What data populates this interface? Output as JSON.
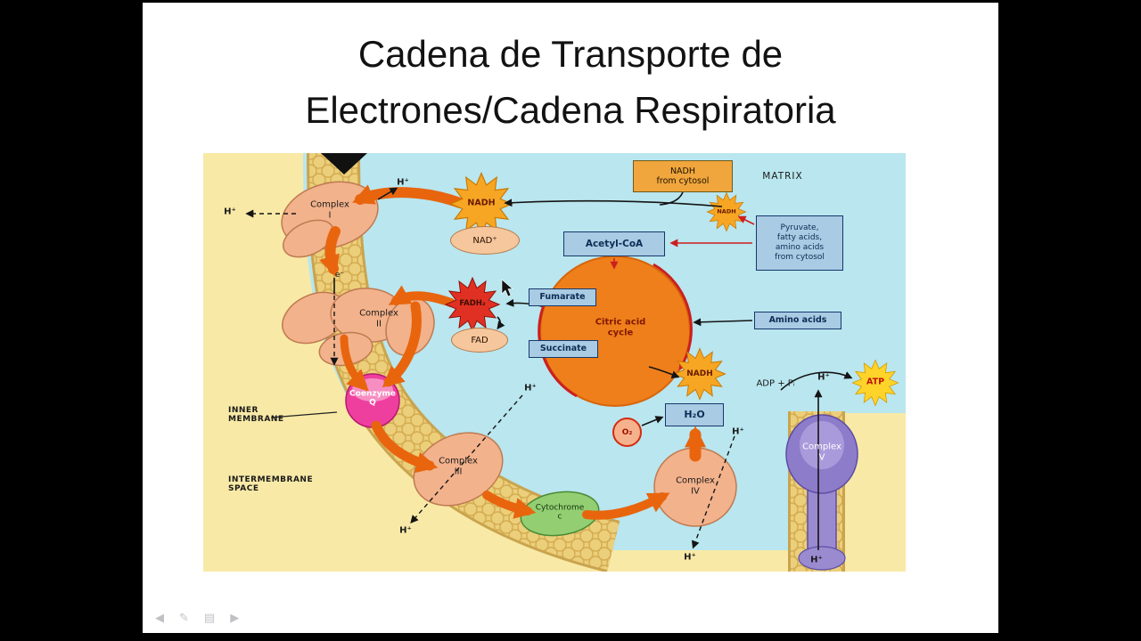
{
  "colors": {
    "matrix-blue": "#b9e6ef",
    "membrane-yellow": "#f8e9a6",
    "membrane-band": "#eccf7a",
    "membrane-band-edge": "#c9a44e",
    "arrow-orange": "#e8650e",
    "complex-salmon": "#f2b28c",
    "complex-edge": "#bf7a50",
    "cycle-orange": "#ef7f1b",
    "box-blue": "#a9cbe3",
    "box-border": "#16386b",
    "star-orange": "#f6a623",
    "star-red": "#e03024",
    "atp-yellow": "#ffd42a",
    "coq-pink": "#ee3f9f",
    "cytc-green": "#93cf72",
    "complexv-purple": "#8d7cc9"
  },
  "slide": {
    "title_line1": "Cadena de Transporte de",
    "title_line2": "Electrones/Cadena Respiratoria"
  },
  "regions": {
    "matrix": "MATRIX",
    "inner_membrane": "INNER\nMEMBRANE",
    "intermembrane_space": "INTERMEMBRANE\nSPACE"
  },
  "boxes": {
    "nadh_from_cytosol": "NADH\nfrom cytosol",
    "pyruvate": "Pyruvate,\nfatty acids,\namino acids\nfrom cytosol",
    "acetyl_coa": "Acetyl-CoA",
    "fumarate": "Fumarate",
    "succinate": "Succinate",
    "amino_acids": "Amino acids",
    "h2o": "H₂O"
  },
  "molecules": {
    "nadh": "NADH",
    "nad_plus": "NAD⁺",
    "fadh2": "FADH₂",
    "fad": "FAD",
    "o2": "O₂",
    "atp": "ATP",
    "adp_pi": "ADP + Pᵢ",
    "h_plus": "H⁺",
    "e_minus": "e⁻",
    "coenzyme_q": "Coenzyme\nQ",
    "cytochrome_c": "Cytochrome\nc",
    "citric_acid_cycle": "Citric acid\ncycle"
  },
  "complexes": {
    "c1": "Complex\nI",
    "c2": "Complex\nII",
    "c3": "Complex\nIII",
    "c4": "Complex\nIV",
    "c5": "Complex\nV"
  },
  "toolbar": {
    "prev": "◀",
    "pen": "✎",
    "slides": "▤",
    "next": "▶"
  }
}
